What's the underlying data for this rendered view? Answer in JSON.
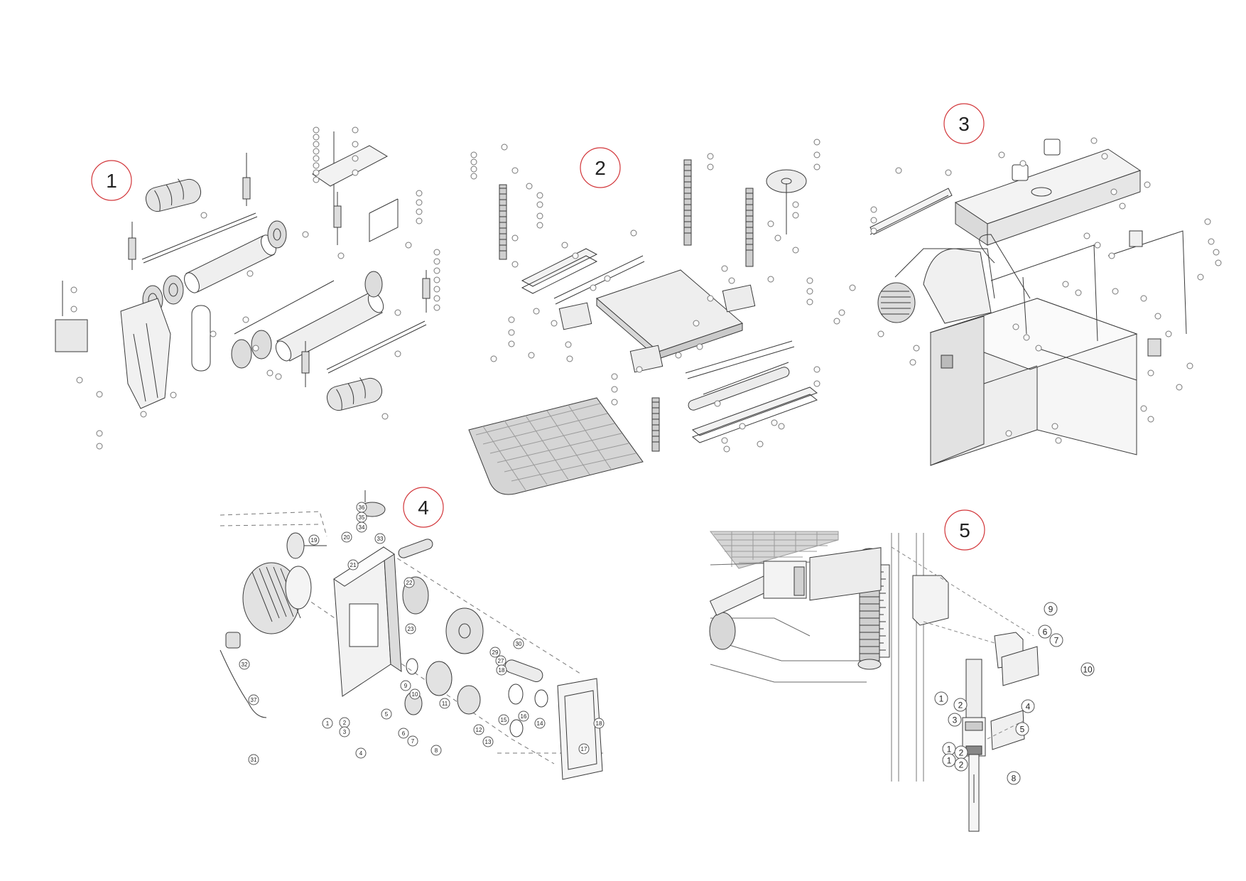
{
  "colors": {
    "badge_ring": "#d2363a",
    "line": "#3a3a3a",
    "light_line": "#8a8a8a",
    "fill_light": "#ececec",
    "fill_mid": "#cfcfcf",
    "background": "#ffffff"
  },
  "sections": [
    {
      "id": "1",
      "label": "1"
    },
    {
      "id": "2",
      "label": "2"
    },
    {
      "id": "3",
      "label": "3"
    },
    {
      "id": "4",
      "label": "4"
    },
    {
      "id": "5",
      "label": "5"
    }
  ],
  "detail4_callouts": [
    "36",
    "35",
    "34",
    "20",
    "19",
    "33",
    "21",
    "22",
    "23",
    "32",
    "37",
    "31",
    "1",
    "2",
    "3",
    "4",
    "27",
    "18",
    "29",
    "30",
    "9",
    "10",
    "11",
    "15",
    "16",
    "14",
    "12",
    "13",
    "5",
    "6",
    "7",
    "8",
    "17",
    "18"
  ],
  "detail5_callouts": [
    "9",
    "6",
    "7",
    "10",
    "1",
    "2",
    "4",
    "3",
    "5",
    "1",
    "2",
    "1",
    "2",
    "8"
  ]
}
